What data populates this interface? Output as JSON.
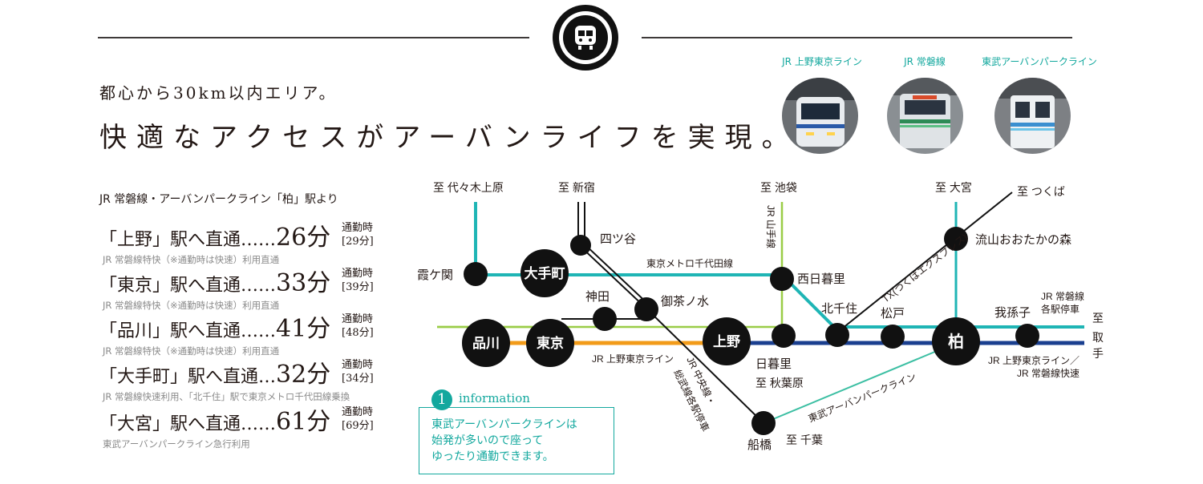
{
  "header": {
    "tagline": "都心から30km以内エリア。",
    "headline": "快適なアクセスがアーバンライフを実現。",
    "badge_icon": "train-icon"
  },
  "photos": [
    {
      "label": "JR 上野東京ライン",
      "color": "#2a5aa8"
    },
    {
      "label": "JR 常磐線",
      "color": "#2e8b57"
    },
    {
      "label": "東武アーバンパークライン",
      "color": "#3a8fd0"
    }
  ],
  "routes": {
    "heading": "JR 常磐線・アーバンパークライン「柏」駅より",
    "items": [
      {
        "dest": "「上野」",
        "mid": "駅へ直通……",
        "minutes": "26分",
        "peak_label": "通勤時",
        "peak_time": "[29分]",
        "note": "JR 常磐線特快（※通勤時は快速）利用直通"
      },
      {
        "dest": "「東京」",
        "mid": "駅へ直通……",
        "minutes": "33分",
        "peak_label": "通勤時",
        "peak_time": "[39分]",
        "note": "JR 常磐線特快（※通勤時は快速）利用直通"
      },
      {
        "dest": "「品川」",
        "mid": "駅へ直通……",
        "minutes": "41分",
        "peak_label": "通勤時",
        "peak_time": "[48分]",
        "note": "JR 常磐線特快（※通勤時は快速）利用直通"
      },
      {
        "dest": "「大手町」",
        "mid": "駅へ直通…",
        "minutes": "32分",
        "peak_label": "通勤時",
        "peak_time": "[34分]",
        "note": "JR 常磐線快速利用、「北千住」駅で東京メトロ千代田線乗換"
      },
      {
        "dest": "「大宮」",
        "mid": "駅へ直通……",
        "minutes": "61分",
        "peak_label": "通勤時",
        "peak_time": "[69分]",
        "note": "東武アーバンパークライン急行利用"
      }
    ]
  },
  "map": {
    "stations": {
      "kasumigaseki": "霞ケ関",
      "otemachi": "大手町",
      "yotsuya": "四ツ谷",
      "ochanomizu": "御茶ノ水",
      "kanda": "神田",
      "shinagawa": "品川",
      "tokyo": "東京",
      "ueno": "上野",
      "nishinippori": "西日暮里",
      "nippori": "日暮里",
      "kitasenju": "北千住",
      "matsudo": "松戸",
      "nagareyama": "流山おおたかの森",
      "kashiwa": "柏",
      "abiko": "我孫子",
      "funabashi": "船橋"
    },
    "destinations": {
      "yoyogi": "至 代々木上原",
      "shinjuku": "至 新宿",
      "ikebukuro": "至 池袋",
      "omiya": "至 大宮",
      "tsukuba": "至 つくば",
      "akihabara": "至 秋葉原",
      "chiba": "至 千葉",
      "toride_1": "至",
      "toride_2": "取",
      "toride_3": "手"
    },
    "lines": {
      "chiyoda": "東京メトロ千代田線",
      "yamanote": "JR 山手線",
      "tx": "TX(つくばエクスプレス)",
      "ueno_tokyo": "JR 上野東京ライン",
      "chuo_1": "JR 中央線・",
      "chuo_2": "総武線各駅停車",
      "urban_park": "東武アーバンパークライン",
      "joban_local_1": "JR 常磐線",
      "joban_local_2": "各駅停車",
      "ueno_tokyo_rapid_1": "JR 上野東京ライン／",
      "ueno_tokyo_rapid_2": "JR 常磐線快速"
    },
    "colors": {
      "chiyoda": "#1fb5b5",
      "yamanote": "#9acd47",
      "ueno_tokyo_orange": "#f29b19",
      "joban_rapid": "#1a3f8f",
      "urban_park": "#3cbfa3",
      "station": "#111111"
    }
  },
  "info": {
    "number": "1",
    "title": "information",
    "lines": [
      "東武アーバンパークラインは",
      "始発が多いので座って",
      "ゆったり通勤できます。"
    ]
  }
}
